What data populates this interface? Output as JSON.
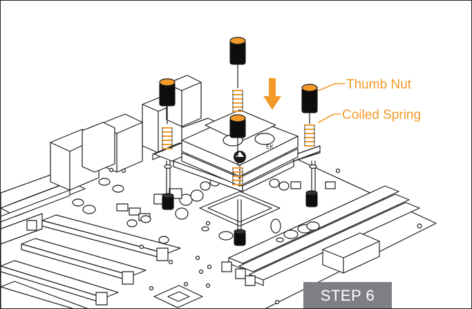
{
  "labels": {
    "thumb_nut": "Thumb Nut",
    "coiled_spring": "Coiled Spring",
    "step": "STEP 6"
  },
  "colors": {
    "accent": "#f39a2b",
    "line": "#1a1a1a",
    "nut": "#0d0d0d",
    "step_badge": "#7d7f83"
  },
  "icons": {
    "direction": "down-arrow-icon"
  }
}
